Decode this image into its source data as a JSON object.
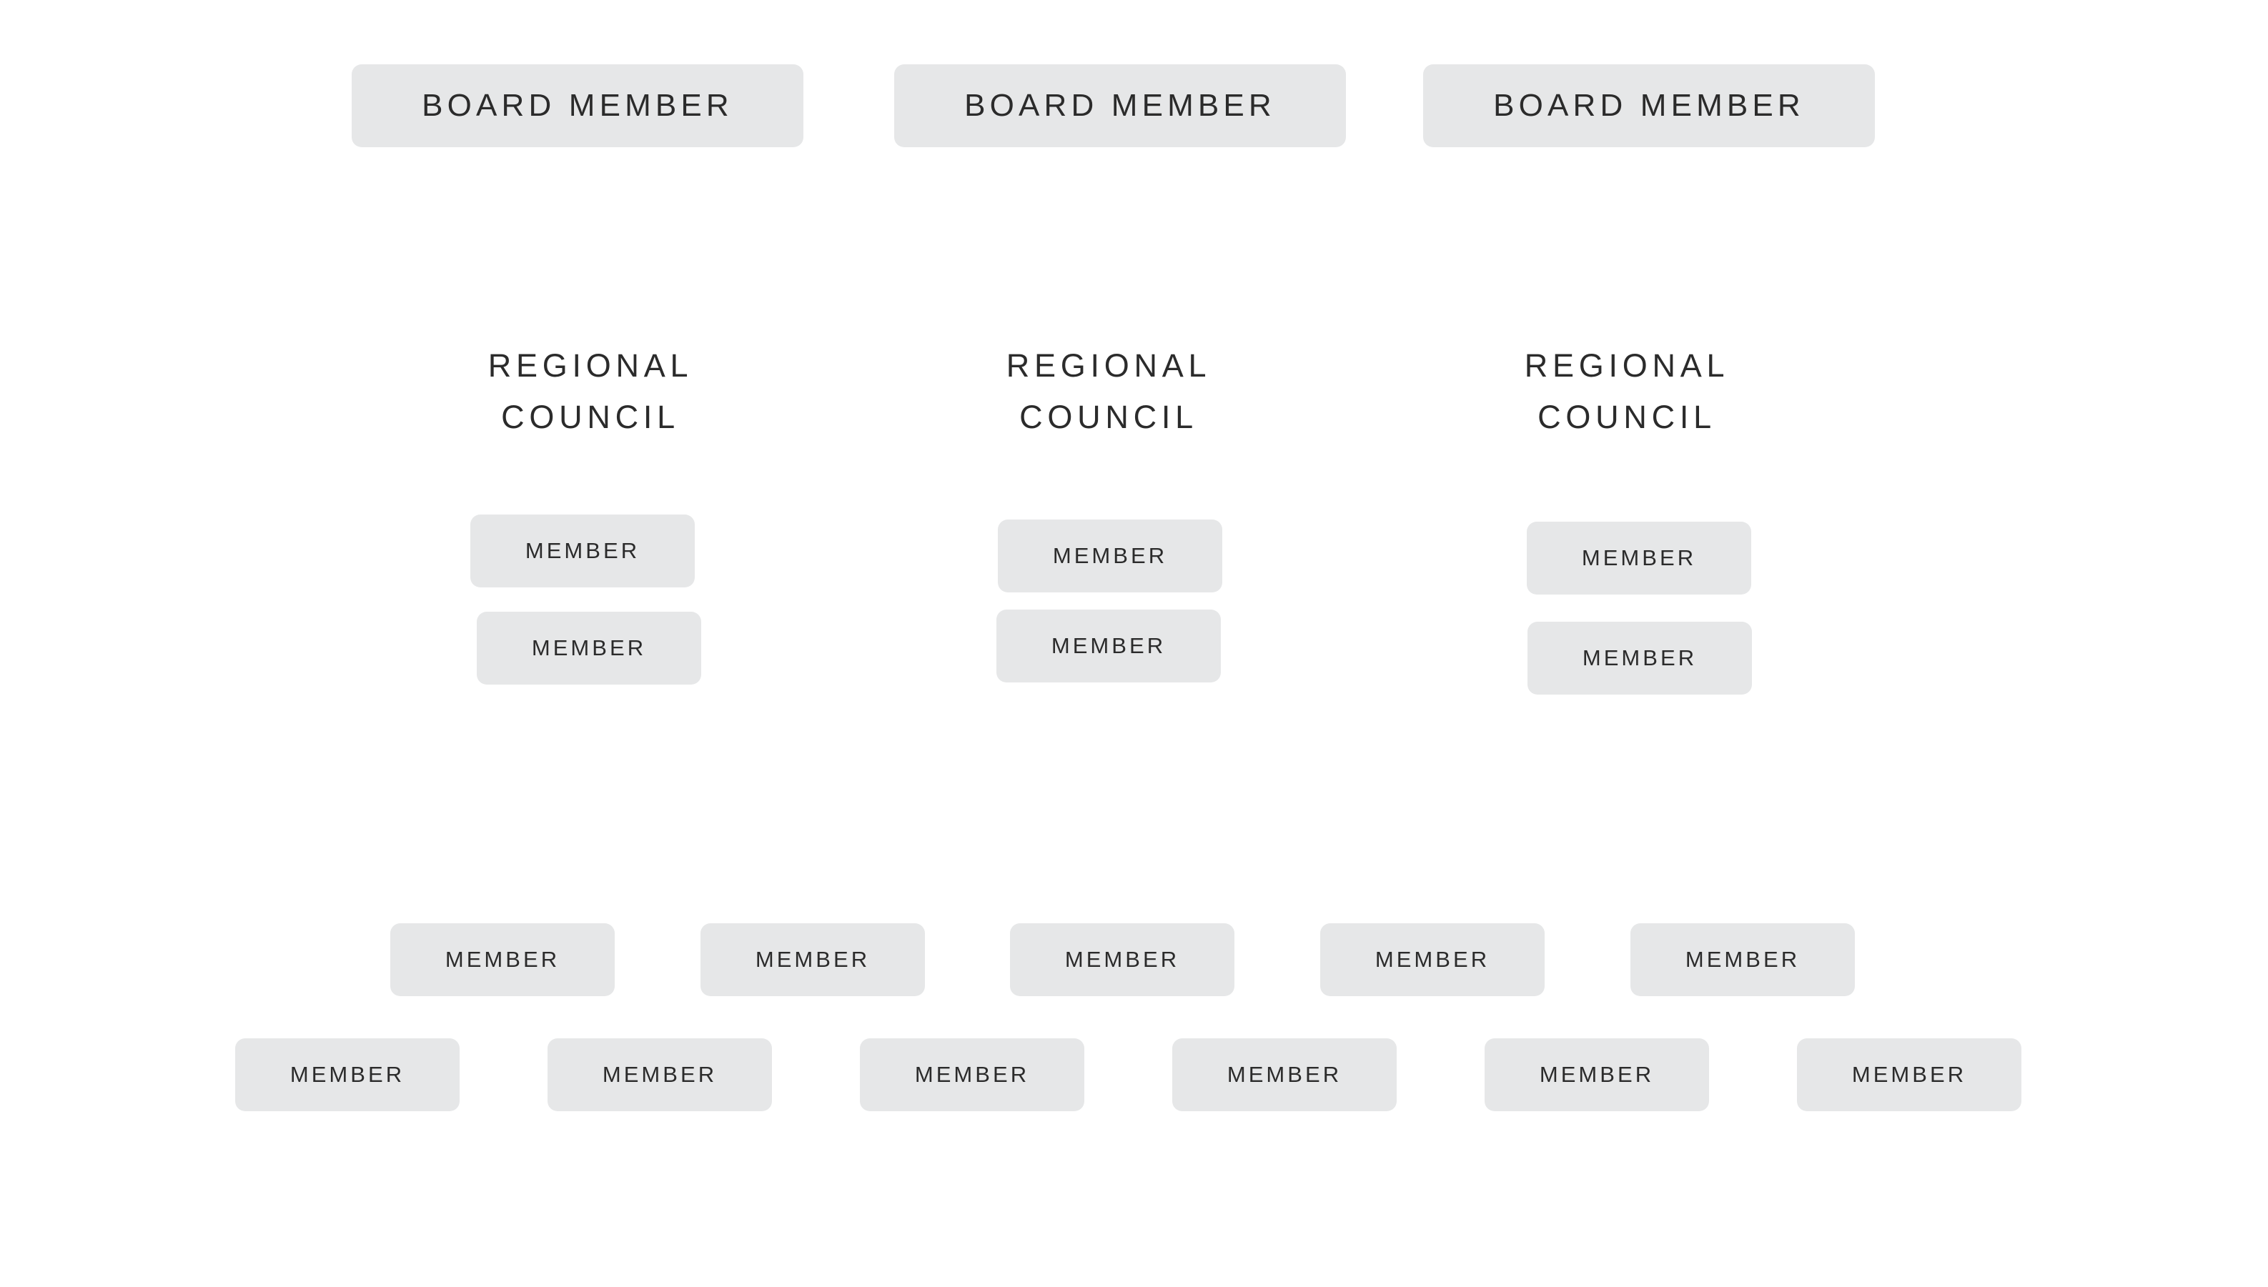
{
  "board_members": [
    {
      "label": "BOARD MEMBER"
    },
    {
      "label": "BOARD MEMBER"
    },
    {
      "label": "BOARD MEMBER"
    }
  ],
  "councils": [
    {
      "title_line1": "REGIONAL",
      "title_line2": "COUNCIL",
      "members": [
        {
          "label": "MEMBER"
        },
        {
          "label": "MEMBER"
        }
      ]
    },
    {
      "title_line1": "REGIONAL",
      "title_line2": "COUNCIL",
      "members": [
        {
          "label": "MEMBER"
        },
        {
          "label": "MEMBER"
        }
      ]
    },
    {
      "title_line1": "REGIONAL",
      "title_line2": "COUNCIL",
      "members": [
        {
          "label": "MEMBER"
        },
        {
          "label": "MEMBER"
        }
      ]
    }
  ],
  "member_row_1": [
    {
      "label": "MEMBER"
    },
    {
      "label": "MEMBER"
    },
    {
      "label": "MEMBER"
    },
    {
      "label": "MEMBER"
    },
    {
      "label": "MEMBER"
    }
  ],
  "member_row_2": [
    {
      "label": "MEMBER"
    },
    {
      "label": "MEMBER"
    },
    {
      "label": "MEMBER"
    },
    {
      "label": "MEMBER"
    },
    {
      "label": "MEMBER"
    },
    {
      "label": "MEMBER"
    }
  ],
  "colors": {
    "box_fill": "#e6e7e8",
    "text": "#2b2b2b",
    "background": "#ffffff"
  }
}
